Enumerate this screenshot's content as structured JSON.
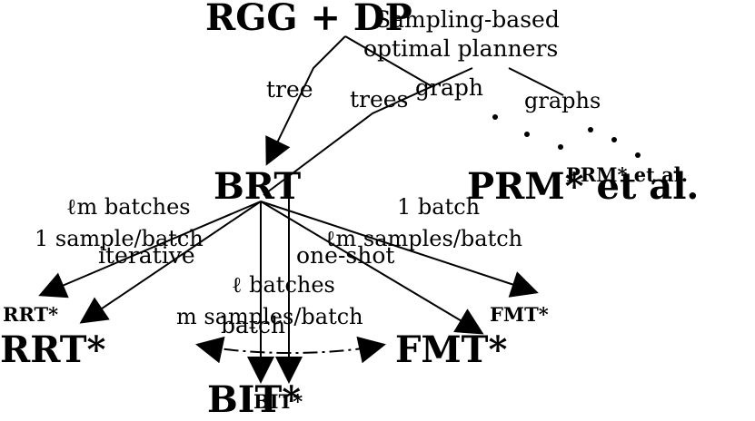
{
  "nodes": {
    "rgg_dp": "RGG + DP",
    "sampling_planners_line1": "Sampling-based",
    "sampling_planners_line2": "optimal planners",
    "brt": "BRT",
    "prm_big": "PRM* et al.",
    "prm_small": "PRM* et al.",
    "rrt_small": "RRT*",
    "rrt_big": "RRT*",
    "fmt_small": "FMT*",
    "fmt_big": "FMT*",
    "bit_big": "BIT*",
    "bit_small": "BIT*"
  },
  "edge_labels": {
    "tree": "tree",
    "trees": "trees",
    "graph": "graph",
    "graphs": "graphs",
    "lm_batches": "ℓm batches",
    "one_sample_batch": "1 sample/batch",
    "iterative": "iterative",
    "one_batch": "1 batch",
    "lm_samples_batch": "ℓm samples/batch",
    "one_shot": "one-shot",
    "l_batches": "ℓ batches",
    "m_samples_batch": "m samples/batch",
    "batch": "batch"
  }
}
